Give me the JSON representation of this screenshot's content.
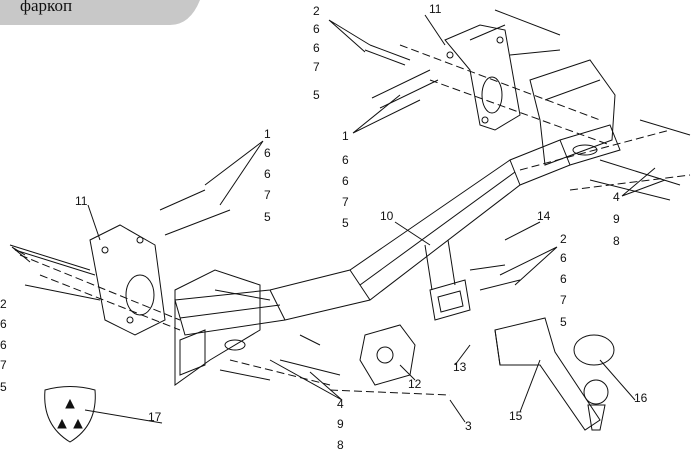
{
  "header": {
    "title": "фаркоп"
  },
  "callouts": {
    "top_left_stack": [
      "2",
      "6",
      "6",
      "7",
      "5"
    ],
    "top_bracket": "11",
    "top_left_stack2": [
      "1",
      "6",
      "6",
      "7",
      "5"
    ],
    "mid_left_stack": [
      "1",
      "6",
      "6",
      "7",
      "5"
    ],
    "left_bracket": "11",
    "far_left_stack": [
      "2",
      "6",
      "6",
      "7",
      "5"
    ],
    "center_beam": "10",
    "pin_label": "14",
    "right_stack": [
      "2",
      "6",
      "6",
      "7",
      "5"
    ],
    "right_group": [
      "4",
      "9",
      "8"
    ],
    "bottom_group": [
      "4",
      "9",
      "8"
    ],
    "plate": "12",
    "wire": "13",
    "bolt": "3",
    "ball_mount": "15",
    "ball": "16",
    "logo": "17"
  },
  "colors": {
    "line": "#111111",
    "tab_bg": "#c8c8c8"
  }
}
